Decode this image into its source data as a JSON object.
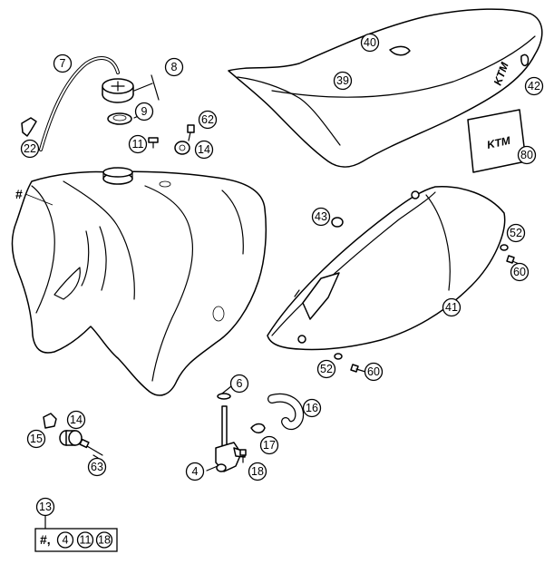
{
  "callouts": {
    "c7": "7",
    "c8": "8",
    "c9": "9",
    "c22": "22",
    "c62": "62",
    "c11": "11",
    "c14a": "14",
    "c40": "40",
    "c39": "39",
    "c42": "42",
    "c80": "80",
    "c43": "43",
    "c52a": "52",
    "c60a": "60",
    "c41": "41",
    "c52b": "52",
    "c60b": "60",
    "c6": "6",
    "c16": "16",
    "c17": "17",
    "c18": "18",
    "c4": "4",
    "c14b": "14",
    "c15": "15",
    "c63": "63",
    "c13": "13"
  },
  "hash_label": "#",
  "kit": {
    "hash": "#,",
    "items": [
      "4",
      "11",
      "18"
    ]
  },
  "logos": {
    "seat": "KTM",
    "decal": "KTM"
  }
}
